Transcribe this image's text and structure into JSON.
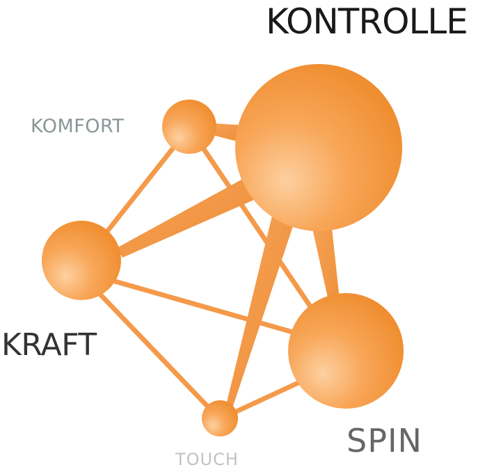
{
  "nodes": {
    "kontrolle": "KONTROLLE",
    "komfort": "KOMFORT",
    "kraft": "KRAFT",
    "spin": "SPIN",
    "touch": "TOUCH"
  },
  "colors": {
    "sphere_highlight": "#fdd0a0",
    "sphere_mid": "#f7983f",
    "sphere_dark": "#e8801f",
    "connector": "#f49a4a",
    "connector_dark": "#ea8838"
  }
}
